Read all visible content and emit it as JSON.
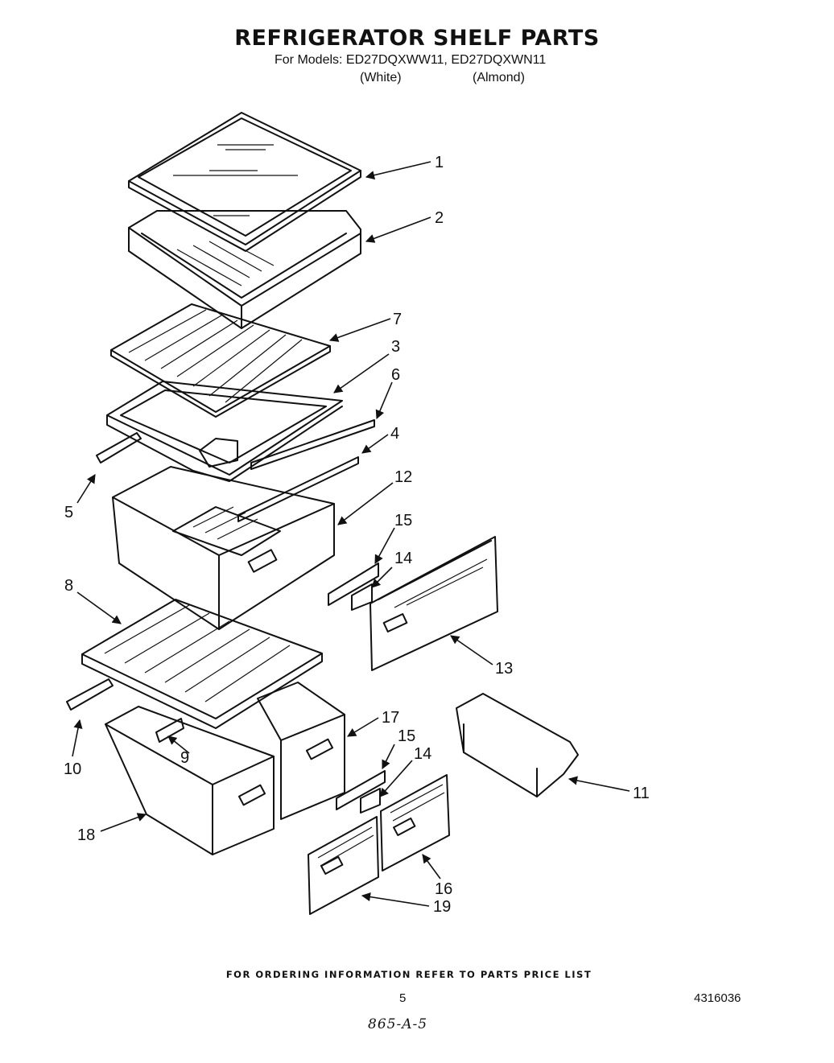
{
  "header": {
    "title": "REFRIGERATOR SHELF PARTS",
    "models_line": "For Models: ED27DQXWW11, ED27DQXWN11",
    "color_white": "(White)",
    "color_almond": "(Almond)"
  },
  "callouts": [
    "1",
    "2",
    "7",
    "3",
    "6",
    "4",
    "5",
    "12",
    "15",
    "14",
    "8",
    "13",
    "17",
    "15",
    "14",
    "10",
    "9",
    "11",
    "18",
    "16",
    "19"
  ],
  "footer": {
    "ordering_note": "FOR ORDERING INFORMATION REFER TO PARTS PRICE LIST",
    "page_number": "5",
    "document_number": "4316036",
    "handwritten_note": "865-A-5"
  }
}
